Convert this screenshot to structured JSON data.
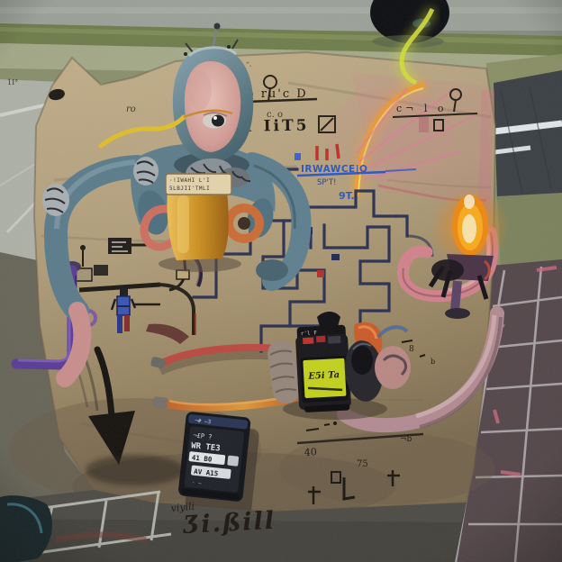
{
  "artwork": {
    "texts": {
      "left_edge_marks": "1I°",
      "near_head_left": "ro",
      "near_head_right": "c. o",
      "hieroglyph_row": "cJ. o ru'c D",
      "ilits_row": "I1 IiT5",
      "right_doodle_row": "c¬ l o",
      "circuit_label_main": "IRWAWCE|O",
      "circuit_label_sub": "SP'T!",
      "circuit_mark_blue": "9T.",
      "mug_foam_line1": "·!IWAHI L'I",
      "mug_foam_line2": "5LBJII'TMLI",
      "device_top_marks": "r'l F",
      "device_screen_line": "E5i Ta",
      "phone_top_strip": "¬# ―3",
      "phone_row1": "¬£P ?",
      "phone_row2": "WR TE3",
      "phone_row3": "41 B0",
      "phone_row4": "AV A15",
      "phone_row5": "· —",
      "right_mid_glyph1": "8",
      "right_mid_glyph2": "b",
      "bottom_number1": "40",
      "bottom_number2": "75",
      "bottom_glyph": "¬b",
      "signature_small": "viyili",
      "signature_main": "Ʒi.ßill"
    },
    "palette": {
      "pavement_gray": "#9aa096",
      "moss_green": "#72804c",
      "pale_green": "#a9ae8d",
      "canvas_tan": "#bba886",
      "road_asphalt": "#3c4146",
      "road_line_white": "#e9eef2",
      "circuit_navy": "#1f2850",
      "label_blue": "#2b57c4",
      "mug_amber": "#cf9220",
      "foam_cream": "#e6d6ae",
      "robot_teal": "#5e7f8d",
      "face_pink": "#dcaaa2",
      "flame_orange": "#ff9614",
      "flame_core": "#ffe9ac",
      "pipe_purple": "#5c3c9c",
      "wire_red": "#bc4a40",
      "wire_orange": "#dd8830",
      "tube_pink": "#d4848e",
      "brick_dark": "#56484c",
      "grout_white": "#bdb7bb",
      "ground_dark": "#45443e",
      "device_screen_yellow": "#c6d41c",
      "phone_black": "#101218",
      "ink_black": "#1c1710"
    }
  }
}
